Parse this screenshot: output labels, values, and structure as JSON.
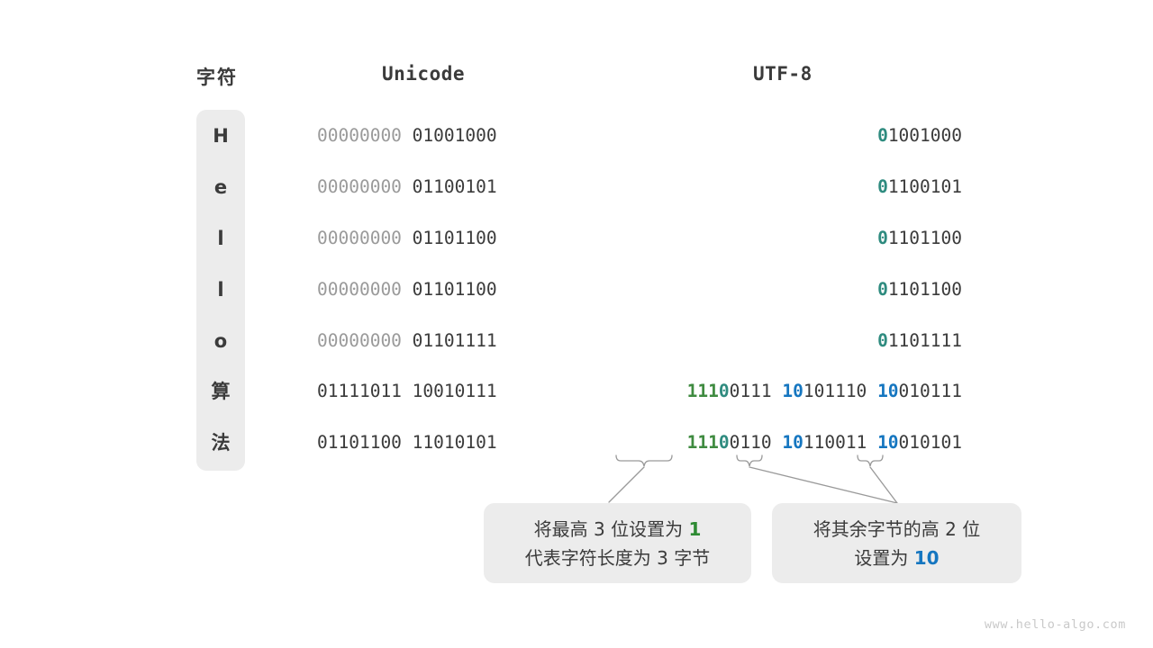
{
  "headers": {
    "char": "字符",
    "unicode": "Unicode",
    "utf8": "UTF-8"
  },
  "colors": {
    "dim": "#9a9a9a",
    "dark": "#3b3b3b",
    "teal": "#2e8b7f",
    "green": "#3f8b40",
    "blue": "#1576c0",
    "box_bg": "#ececec",
    "watermark": "#c9c9c9"
  },
  "rows": [
    {
      "char": "H",
      "unicode_high": "00000000",
      "unicode_low": "01001000",
      "utf8_lead_flag": "0",
      "utf8_lead_rest": "1001000",
      "utf8_bytes": []
    },
    {
      "char": "e",
      "unicode_high": "00000000",
      "unicode_low": "01100101",
      "utf8_lead_flag": "0",
      "utf8_lead_rest": "1100101",
      "utf8_bytes": []
    },
    {
      "char": "l",
      "unicode_high": "00000000",
      "unicode_low": "01101100",
      "utf8_lead_flag": "0",
      "utf8_lead_rest": "1101100",
      "utf8_bytes": []
    },
    {
      "char": "l",
      "unicode_high": "00000000",
      "unicode_low": "01101100",
      "utf8_lead_flag": "0",
      "utf8_lead_rest": "1101100",
      "utf8_bytes": []
    },
    {
      "char": "o",
      "unicode_high": "00000000",
      "unicode_low": "01101111",
      "utf8_lead_flag": "0",
      "utf8_lead_rest": "1101111",
      "utf8_bytes": []
    },
    {
      "char": "算",
      "unicode_high": "01111011",
      "unicode_low": "10010111",
      "utf8_b1_green": "111",
      "utf8_b1_teal": "0",
      "utf8_b1_rest": "0111",
      "utf8_b2_blue": "10",
      "utf8_b2_rest": "101110",
      "utf8_b3_blue": "10",
      "utf8_b3_rest": "010111"
    },
    {
      "char": "法",
      "unicode_high": "01101100",
      "unicode_low": "11010101",
      "utf8_b1_green": "111",
      "utf8_b1_teal": "0",
      "utf8_b1_rest": "0110",
      "utf8_b2_blue": "10",
      "utf8_b2_rest": "110011",
      "utf8_b3_blue": "10",
      "utf8_b3_rest": "010101"
    }
  ],
  "callouts": [
    {
      "line1_a": "将最高 3 位设置为 ",
      "line1_em": "1",
      "line2": "代表字符长度为 3 字节"
    },
    {
      "line1": "将其余字节的高 2 位",
      "line2_a": "设置为 ",
      "line2_em": "10"
    }
  ],
  "watermark": "www.hello-algo.com"
}
